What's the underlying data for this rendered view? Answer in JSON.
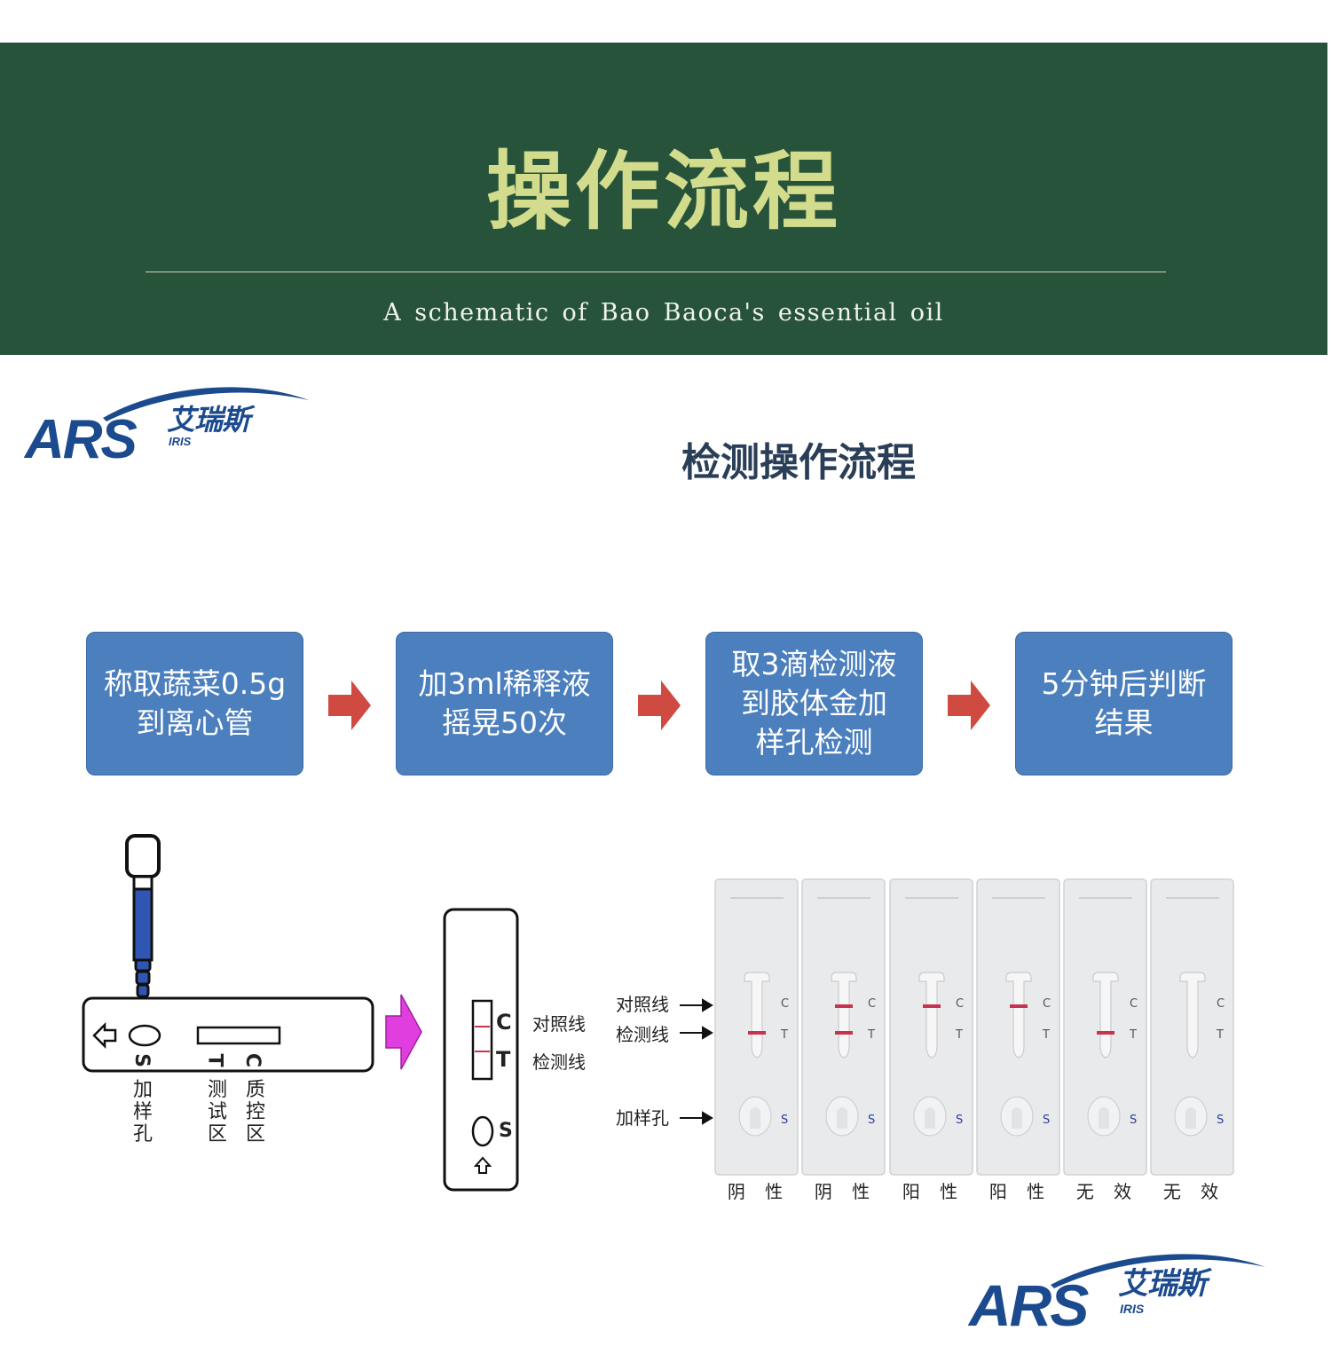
{
  "banner": {
    "title": "操作流程",
    "subtitle": "A schematic of Bao Baoca's essential oil"
  },
  "logo": {
    "letters": "ARS",
    "cn_name": "艾瑞斯",
    "en_name": "IRIS"
  },
  "process_title": "检测操作流程",
  "steps": [
    {
      "line1": "称取蔬菜0.5g",
      "line2": "到离心管"
    },
    {
      "line1": "加3ml稀释液",
      "line2": "摇晃50次"
    },
    {
      "line1": "取3滴检测液",
      "line2": "到胶体金加",
      "line3": "样孔检测"
    },
    {
      "line1": "5分钟后判断",
      "line2": "结果"
    }
  ],
  "strip_diagram": {
    "sample_letter": "S",
    "test_letter": "T",
    "control_letter": "C",
    "sample_hole": "加样孔",
    "test_zone": "测试区",
    "control_zone": "质控区"
  },
  "vertical_strip": {
    "c_letter": "C",
    "t_letter": "T",
    "s_letter": "S",
    "control_line": "对照线",
    "test_line": "检测线"
  },
  "results_labels": {
    "control_line": "对照线",
    "test_line": "检测线",
    "sample_hole": "加样孔",
    "c": "C",
    "t": "T",
    "s": "S"
  },
  "results": [
    {
      "label": "阴 性",
      "c_line": false,
      "t_line": true
    },
    {
      "label": "阴 性",
      "c_line": true,
      "t_line": true
    },
    {
      "label": "阳 性",
      "c_line": true,
      "t_line": false
    },
    {
      "label": "阳 性",
      "c_line": true,
      "t_line": false
    },
    {
      "label": "无 效",
      "c_line": false,
      "t_line": true
    },
    {
      "label": "无 效",
      "c_line": false,
      "t_line": false
    }
  ],
  "colors": {
    "banner_bg": "#27533b",
    "banner_title": "#d2dc8c",
    "step_box": "#4b7fbd",
    "step_arrow": "#cf4a41",
    "big_arrow": "#e13ee0",
    "reaction_line": "#c8334e",
    "logo_blue": "#1b4a8e"
  }
}
